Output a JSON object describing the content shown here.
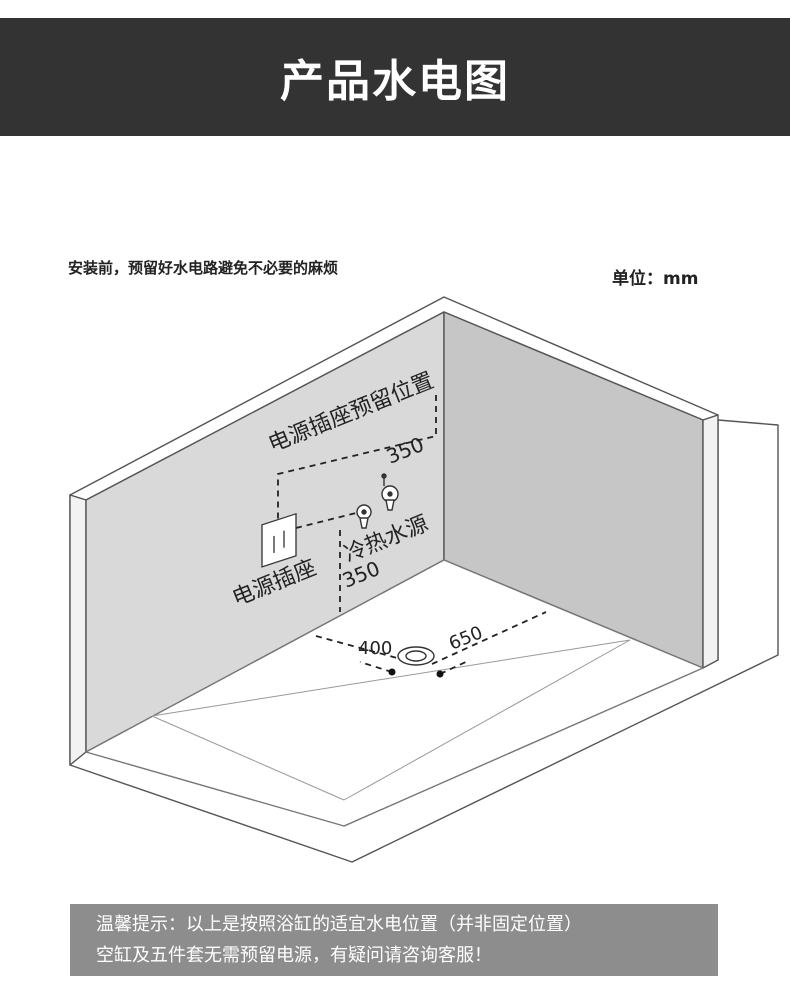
{
  "header": {
    "title": "产品水电图"
  },
  "intro_note": "安装前，预留好水电路避免不必要的麻烦",
  "unit_label": "单位：mm",
  "diagram": {
    "labels": {
      "socket_reserved": "电源插座预留位置",
      "socket": "电源插座",
      "water_source": "冷热水源"
    },
    "dimensions": {
      "socket_to_water": "350",
      "water_height": "350",
      "drain_left": "400",
      "drain_right": "650"
    }
  },
  "tip": {
    "line1": "温馨提示：以上是按照浴缸的适宜水电位置（并非固定位置）",
    "line2": "空缸及五件套无需预留电源，有疑问请咨询客服！"
  },
  "colors": {
    "header_bg": "#333333",
    "wall_face": "#d9d9d9",
    "wall_right": "#c4c4c4",
    "tip_bg": "#8d8d8d"
  }
}
